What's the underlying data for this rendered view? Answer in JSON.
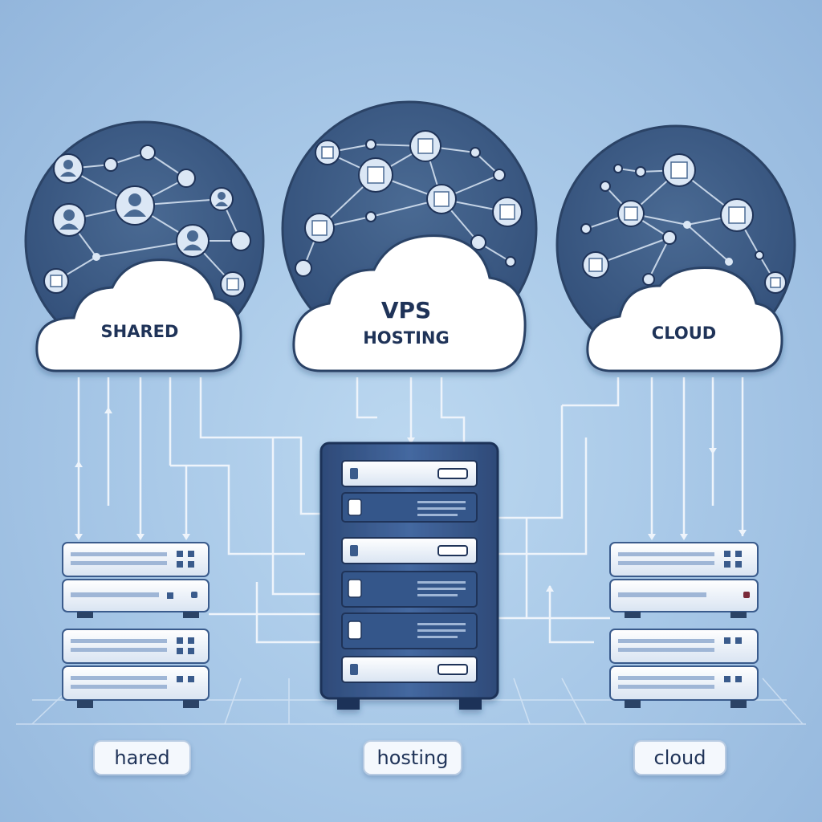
{
  "clouds": {
    "shared": {
      "label": "SHARED"
    },
    "vps": {
      "label_line1": "VPS",
      "label_line2": "HOSTING"
    },
    "cloud": {
      "label": "CLOUD"
    }
  },
  "captions": {
    "shared": "hared",
    "vps": "hosting",
    "cloud": "cloud"
  },
  "icons": {
    "network_node_user": "user-icon",
    "network_node_page": "web-page-icon",
    "server": "server-unit-icon",
    "rack": "server-rack-icon"
  },
  "colors": {
    "background": "#a9c9e8",
    "network_circle": "#3d5a80",
    "cloud_fill": "#ffffff",
    "rack_body": "#3a5b8c",
    "server_unit": "#eef3fa",
    "wire": "#eef4fb",
    "text": "#1f3358"
  }
}
